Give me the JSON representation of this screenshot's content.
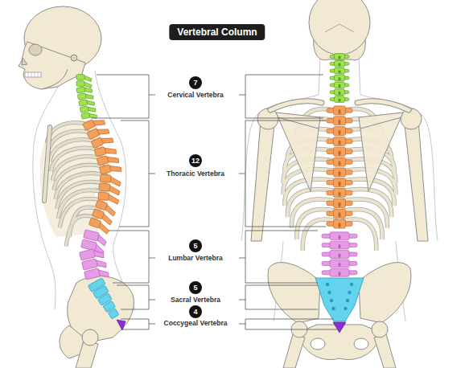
{
  "diagram": {
    "title": "Vertebral Column",
    "nodes": [
      {
        "text": [
          "7"
        ]
      },
      {
        "text": [
          "12"
        ]
      },
      {
        "text": [
          "5"
        ]
      },
      {
        "text": [
          "5"
        ]
      },
      {
        "text": [
          "4"
        ]
      }
    ],
    "labels": [
      "Cervical Vertebra",
      "Thoracic Vertebra",
      "Lumbar Vertebra",
      "Sacral Vertebra",
      "Coccygeal Vertebra"
    ]
  }
}
